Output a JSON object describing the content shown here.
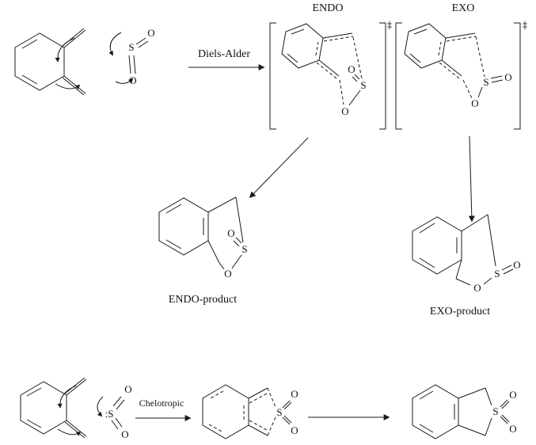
{
  "labels": {
    "endo_ts": "ENDO",
    "exo_ts": "EXO",
    "diels_alder": "Diels-Alder",
    "chelotropic": "Chelotropic",
    "endo_product": "ENDO-product",
    "exo_product": "EXO-product",
    "transition_state_dagger": "‡"
  },
  "atoms": {
    "s": "S",
    "o": "O",
    "s_lone_pair": ":S"
  }
}
